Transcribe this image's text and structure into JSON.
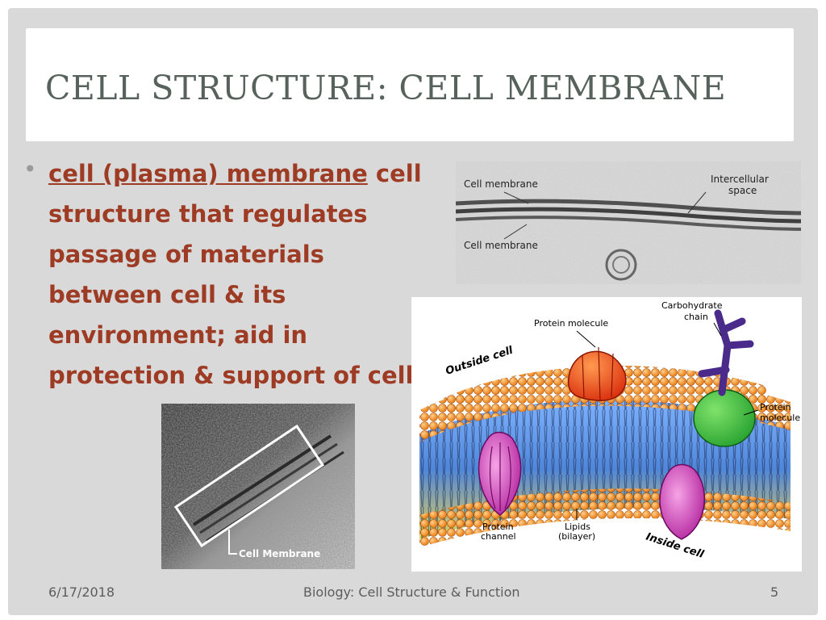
{
  "slide": {
    "title": "CELL STRUCTURE: CELL MEMBRANE",
    "bullet": {
      "term": "cell (plasma) membrane",
      "definition": "cell structure that regulates passage of materials between cell & its environment; aid in protection & support of cell"
    }
  },
  "top_photo": {
    "label_top": "Cell membrane",
    "label_bottom": "Cell membrane",
    "label_right_1": "Intercellular",
    "label_right_2": "space"
  },
  "left_photo": {
    "label": "Cell Membrane"
  },
  "diagram": {
    "outside_label": "Outside cell",
    "inside_label": "Inside cell",
    "protein_molecule_top": "Protein molecule",
    "carbohydrate_1": "Carbohydrate",
    "carbohydrate_2": "chain",
    "protein_right_1": "Protein",
    "protein_right_2": "molecule",
    "protein_channel_1": "Protein",
    "protein_channel_2": "channel",
    "lipids_1": "Lipids",
    "lipids_2": "(bilayer)"
  },
  "footer": {
    "date": "6/17/2018",
    "center": "Biology: Cell Structure & Function",
    "page": "5"
  },
  "colors": {
    "title": "#56625b",
    "body_text": "#9e3b24",
    "slide_bg": "#d9d9d9",
    "phospholipid_head": "#f28c1c",
    "tail_band": "#5b8fd6"
  }
}
